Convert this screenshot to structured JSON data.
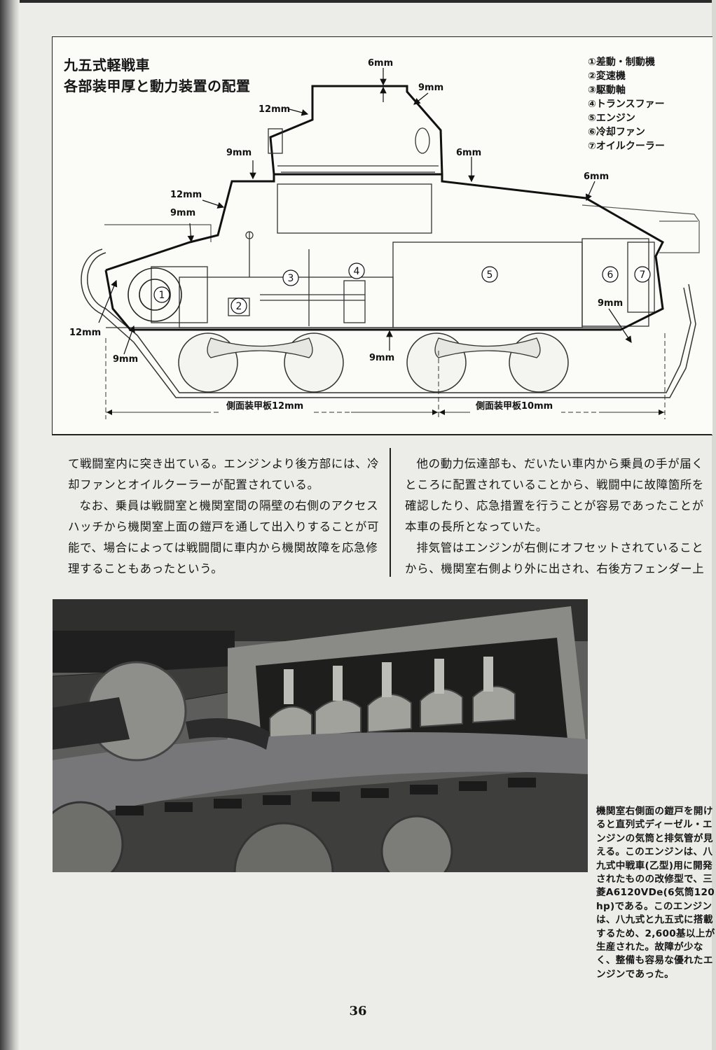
{
  "diagram": {
    "title_line1": "九五式軽戦車",
    "title_line2": "各部装甲厚と動力装置の配置",
    "legend": [
      "①差動・制動機",
      "②変速機",
      "③駆動軸",
      "④トランスファー",
      "⑤エンジン",
      "⑥冷却ファン",
      "⑦オイルクーラー"
    ],
    "callouts": {
      "turret_roof": "6mm",
      "turret_side_rear": "9mm",
      "turret_front": "12mm",
      "hull_roof_front": "9mm",
      "engine_roof": "6mm",
      "engine_deck_rear": "6mm",
      "driver_front": "12mm",
      "glacis": "9mm",
      "rear_lower": "9mm",
      "nose": "12mm",
      "lower_bow": "9mm",
      "belly": "9mm"
    },
    "markers": [
      "1",
      "2",
      "3",
      "4",
      "5",
      "6",
      "7"
    ],
    "side_plate_front": "側面装甲板12mm",
    "side_plate_rear": "側面装甲板10mm"
  },
  "text": {
    "left": [
      "て戦闘室内に突き出ている。エンジンより後方部には、冷却ファンとオイルクーラーが配置されている。",
      "なお、乗員は戦闘室と機関室間の隔壁の右側のアクセスハッチから機関室上面の鎧戸を通して出入りすることが可能で、場合によっては戦闘間に車内から機関故障を応急修理することもあったという。"
    ],
    "right": [
      "他の動力伝達部も、だいたい車内から乗員の手が届くところに配置されていることから、戦闘中に故障箇所を確認したり、応急措置を行うことが容易であったことが本車の長所となっていた。",
      "排気管はエンジンが右側にオフセットされていることから、機関室右側より外に出され、右後方フェンダー上"
    ]
  },
  "photo": {
    "caption": "機関室右側面の鎧戸を開けると直列式ディーゼル・エンジンの気筒と排気管が見える。このエンジンは、八九式中戦車(乙型)用に開発されたものの改修型で、三菱A6120VDe(6気筒120hp)である。このエンジンは、八九式と九五式に搭載するため、2,600基以上が生産された。故障が少なく、整備も容易な優れたエンジンであった。"
  },
  "page_number": "36"
}
